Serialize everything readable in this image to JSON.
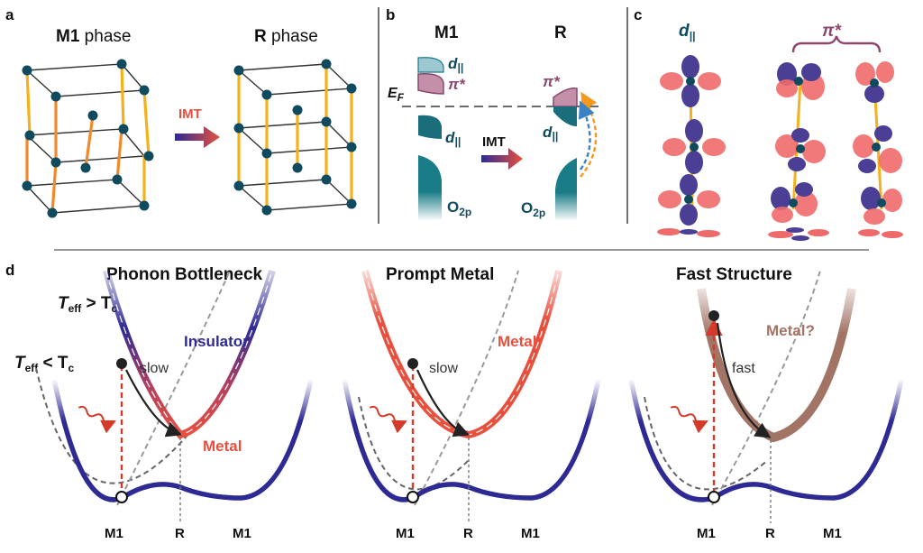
{
  "panels": {
    "a": {
      "label": "a",
      "left_title_bold": "M1",
      "left_title_rest": " phase",
      "right_title_bold": "R",
      "right_title_rest": " phase",
      "arrow_label": "IMT"
    },
    "b": {
      "label": "b",
      "col_left": "M1",
      "col_right": "R",
      "ef_main": "E",
      "ef_sub": "F",
      "dpar": "d",
      "dpar_sub": "||",
      "pistar": "π*",
      "o2p_main": "O",
      "o2p_sub": "2p",
      "arrow_label": "IMT"
    },
    "c": {
      "label": "c",
      "dpar": "d",
      "dpar_sub": "||",
      "pistar": "π*"
    },
    "d": {
      "label": "d",
      "teff_hi_main": "T",
      "teff_hi_sub": "eff",
      "teff_hi_rel": " > T",
      "teff_hi_c": "c",
      "teff_lo_main": "T",
      "teff_lo_sub": "eff",
      "teff_lo_rel": " < T",
      "teff_lo_c": "c",
      "scenarios": [
        {
          "title": "Phonon Bottleneck",
          "upper_label": "Insulator",
          "lower_label": "Metal",
          "speed": "slow"
        },
        {
          "title": "Prompt Metal",
          "upper_label": "Metal",
          "speed": "slow"
        },
        {
          "title": "Fast Structure",
          "upper_label": "Metal?",
          "speed": "fast"
        }
      ],
      "axis_ticks": [
        "M1",
        "R",
        "M1"
      ]
    }
  },
  "colors": {
    "atom": "#0f4a5e",
    "bond_yellow": "#f3b21c",
    "bond_orange": "#f08a2b",
    "insulator": "#2e2a94",
    "metal": "#e8503d",
    "metal_question": "#a27466",
    "teal_band": "#1a7c86",
    "purple_band": "#8a4870",
    "lobe_red": "#ef6a6a",
    "lobe_blue": "#4a3f94"
  },
  "icons": [
    "wavy-photon-icon",
    "arrow-right-icon",
    "curly-brace-icon"
  ]
}
